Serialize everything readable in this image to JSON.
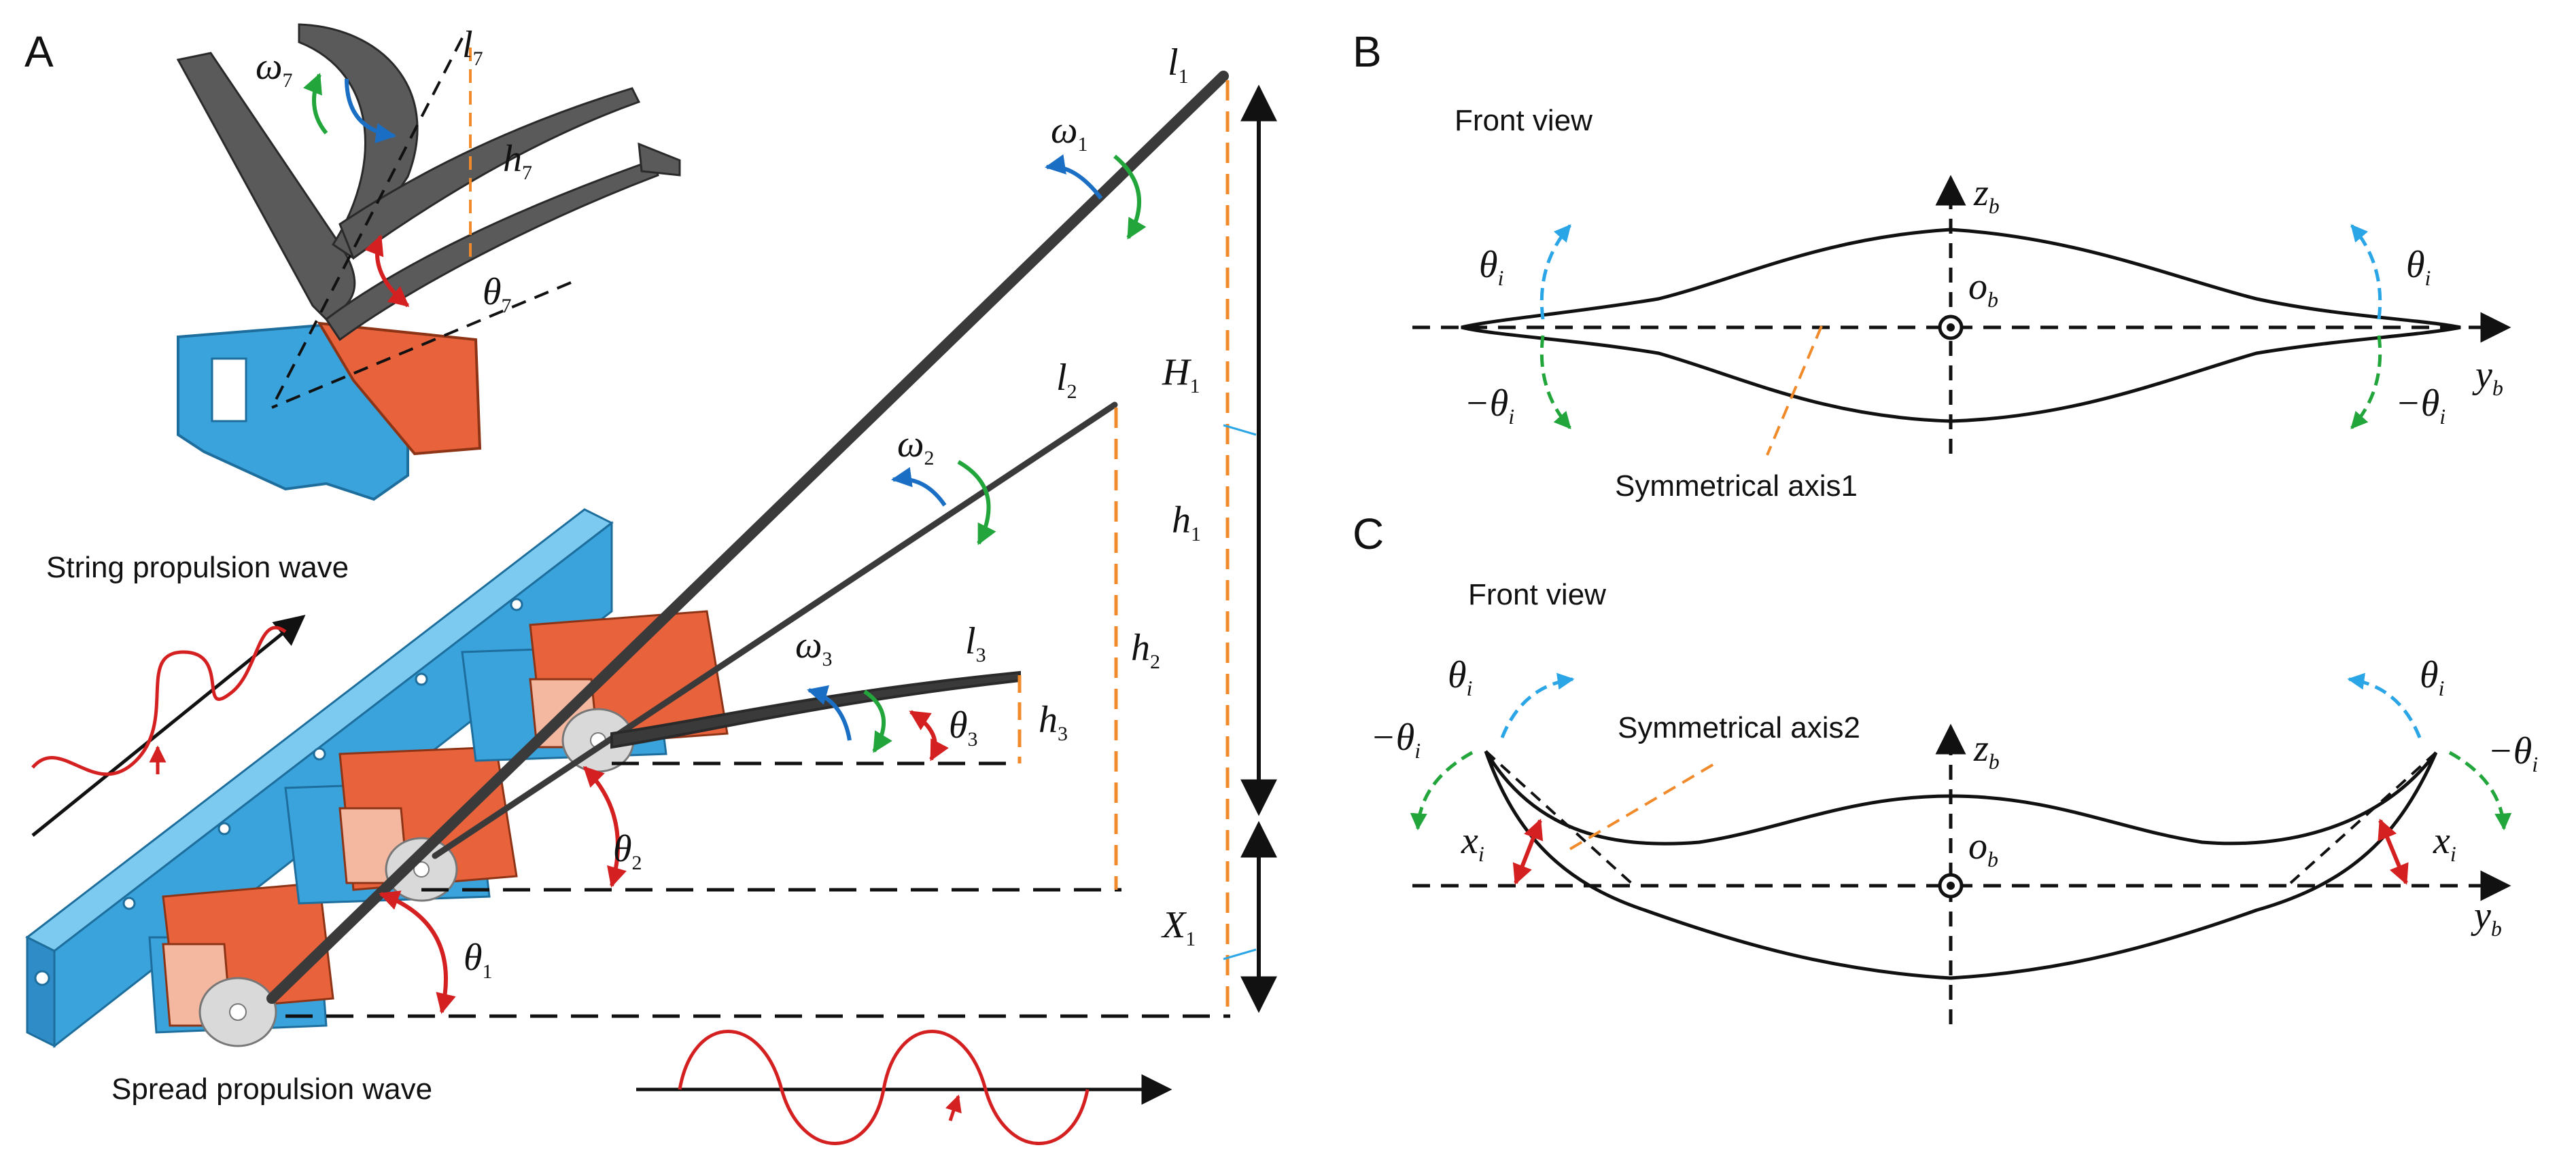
{
  "panels": {
    "a": "A",
    "b": "B",
    "c": "C"
  },
  "captions": {
    "string_wave": "String propulsion wave",
    "spread_wave": "Spread propulsion wave",
    "front_view_b": "Front view",
    "front_view_c": "Front view",
    "sym_axis1": "Symmetrical axis1",
    "sym_axis2": "Symmetrical axis2"
  },
  "symbols": {
    "theta": "θ",
    "neg_theta": "−θ",
    "omega": "ω",
    "l": "l",
    "h": "h",
    "H": "H",
    "X": "X",
    "x": "x",
    "z": "z",
    "y": "y",
    "o": "o",
    "sub_1": "1",
    "sub_2": "2",
    "sub_3": "3",
    "sub_7": "7",
    "sub_i": "i",
    "sub_b": "b"
  },
  "colors": {
    "blue_arrow": "#1a6fc4",
    "green_arrow": "#22a53a",
    "red_arrow": "#d42020",
    "orange_dash": "#f08a2a",
    "light_blue_dash": "#2aa5e6",
    "frame_blue": "#3aa3dc",
    "servo_orange": "#e8623c",
    "ray_gray": "#3a3a3a"
  }
}
